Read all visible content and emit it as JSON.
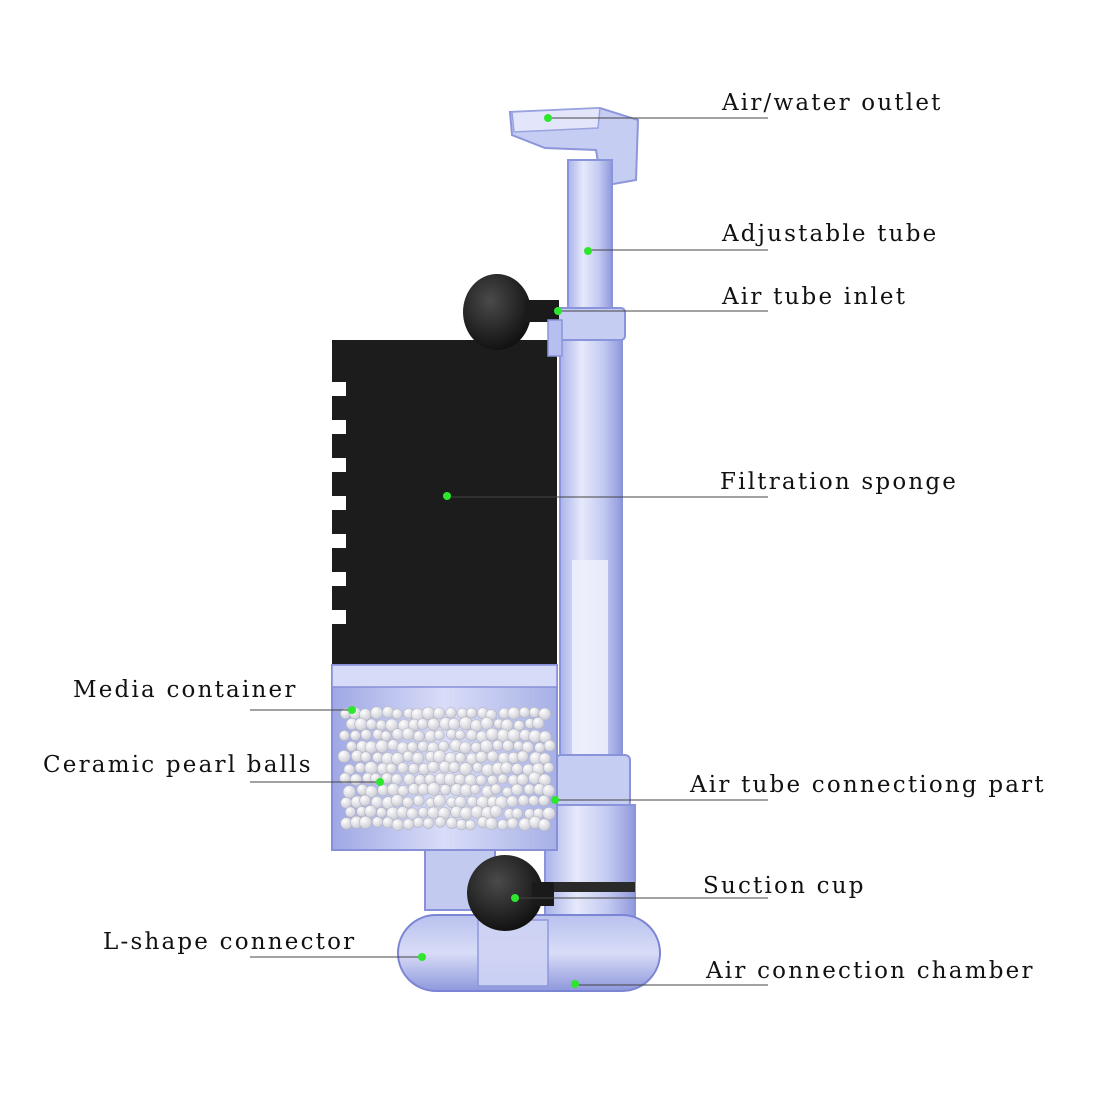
{
  "labels": {
    "air_water_outlet": "Air/water outlet",
    "adjustable_tube": "Adjustable tube",
    "air_tube_inlet": "Air tube inlet",
    "filtration_sponge": "Filtration sponge",
    "media_container": "Media container",
    "ceramic_pearl_balls": "Ceramic pearl balls",
    "air_tube_connecting_part": "Air tube connectiong part",
    "suction_cup": "Suction cup",
    "l_shape_connector": "L-shape connector",
    "air_connection_chamber": "Air connection chamber"
  },
  "colors": {
    "leader_line": "#444444",
    "marker_dot": "#2ee62e",
    "sponge": "#1c1c1c",
    "tube": "#c9d0f2",
    "tube_edge": "#7d87d6",
    "suction_cup": "#151515"
  }
}
